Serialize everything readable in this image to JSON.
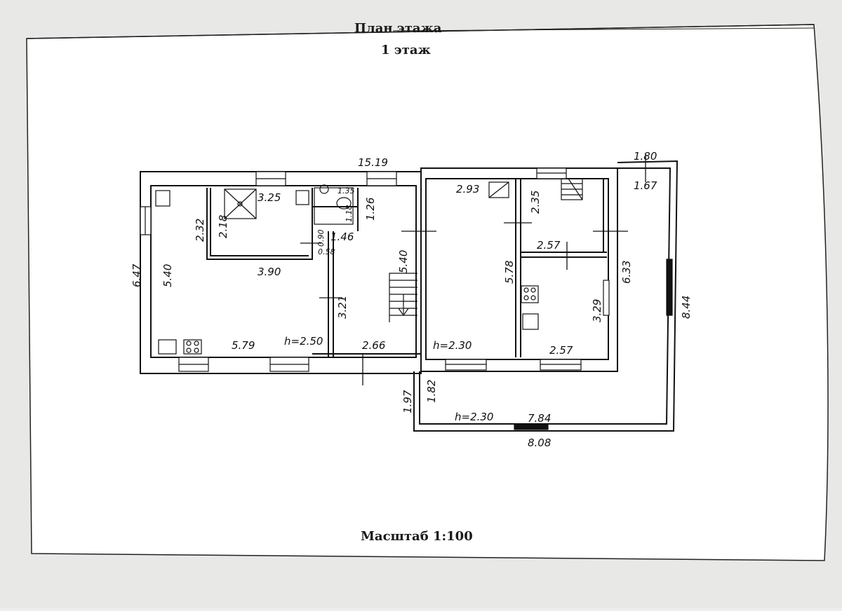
{
  "header": {
    "plan_title": "План этажа",
    "floor_title": "1 этаж"
  },
  "footer": {
    "scale": "Масштаб 1:100"
  },
  "dimensions": {
    "total_width_top": "15.19",
    "left_height": "6.47",
    "right_height": "8.44",
    "annex_top": "1.80",
    "annex_side": "1.67",
    "room1_height": "5.40",
    "room1_upper_width": "2.32",
    "shower_room_width": "3.25",
    "shower_room_depth": "2.18",
    "wc_width": "1.35",
    "wc_depth": "1.18",
    "wc_small_a": "0.90",
    "wc_small_b": "0.58",
    "wc_length": "1.46",
    "hall_upper": "1.26",
    "living_width": "3.90",
    "hall_height": "5.40",
    "hall_lower": "3.21",
    "kitchen_width": "5.79",
    "kitchen_ceiling": "h=2.50",
    "hall_width": "2.66",
    "room_b_width": "2.93",
    "room_b_height": "5.78",
    "room_b_ceiling": "h=2.30",
    "stair_room_depth": "2.35",
    "stair_room_width": "2.57",
    "room_c_depth": "3.29",
    "room_c_width": "2.57",
    "corridor_height": "6.33",
    "veranda_a": "1.97",
    "veranda_b": "1.82",
    "veranda_ceiling": "h=2.30",
    "veranda_inner": "7.84",
    "veranda_outer": "8.08"
  },
  "colors": {
    "paper": "#ffffff",
    "background": "#eeeeec",
    "ink": "#111111"
  }
}
